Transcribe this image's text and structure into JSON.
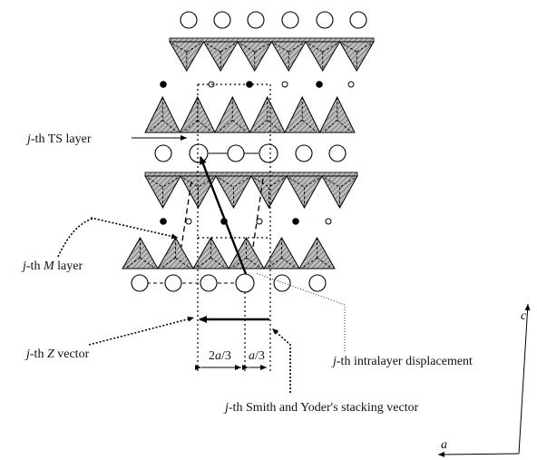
{
  "labels": {
    "ts_layer": {
      "prefix": "j",
      "text": "-th TS layer"
    },
    "m_layer": {
      "prefix": "j",
      "mid": "-th ",
      "sym": "M",
      "suffix": " layer"
    },
    "z_vector": {
      "prefix": "j",
      "mid": "-th ",
      "sym": "Z",
      "suffix": " vector"
    },
    "intralayer": {
      "prefix": "j",
      "text": "-th intralayer displacement"
    },
    "smith_yoder": {
      "prefix": "j",
      "text": "-th Smith and Yoder's stacking vector"
    },
    "dim_two_thirds": {
      "num": "2",
      "sym": "a",
      "den": "/3"
    },
    "dim_one_third": {
      "sym": "a",
      "den": "/3"
    },
    "axis_c": "c",
    "axis_a": "a"
  }
}
